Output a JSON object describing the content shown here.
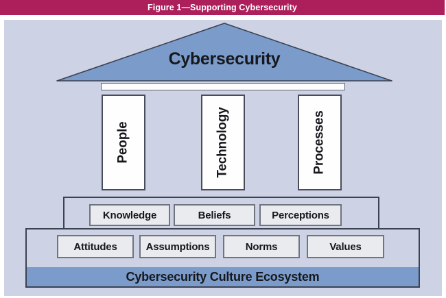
{
  "figure": {
    "caption": "Figure 1—Supporting Cybersecurity"
  },
  "roof": {
    "label": "Cybersecurity"
  },
  "pillars": [
    {
      "label": "People"
    },
    {
      "label": "Technology"
    },
    {
      "label": "Processes"
    }
  ],
  "culture_rows": {
    "row1": [
      {
        "label": "Knowledge"
      },
      {
        "label": "Beliefs"
      },
      {
        "label": "Perceptions"
      }
    ],
    "row2": [
      {
        "label": "Attitudes"
      },
      {
        "label": "Assumptions"
      },
      {
        "label": "Norms"
      },
      {
        "label": "Values"
      }
    ]
  },
  "base": {
    "label": "Cybersecurity Culture Ecosystem"
  },
  "colors": {
    "caption_bg": "#ad1f5b",
    "caption_text": "#ffffff",
    "figure_bg": "#cdd3e4",
    "accent_blue": "#7b9cca",
    "outline_dark": "#3b4252",
    "box_fill": "#e9ebef",
    "box_border": "#70747e",
    "text_dark": "#16181d"
  }
}
